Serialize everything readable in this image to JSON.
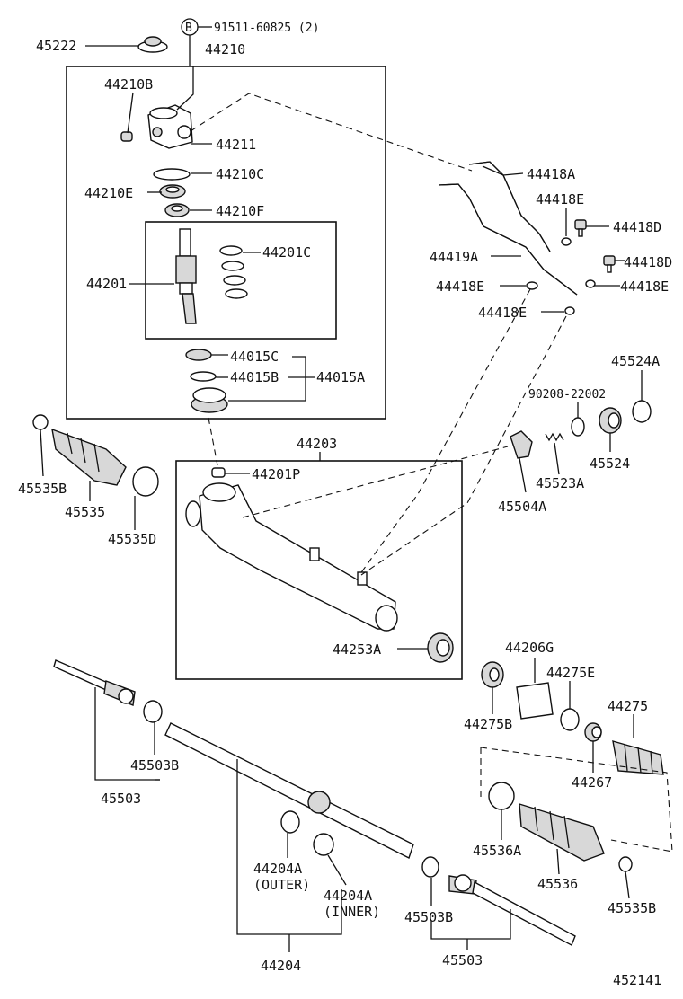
{
  "labels": {
    "p45222": "45222",
    "pB_code": "91511-60825 (2)",
    "pB_marker": "B",
    "p44210": "44210",
    "p44210B": "44210B",
    "p44211": "44211",
    "p44210C": "44210C",
    "p44210E": "44210E",
    "p44210F": "44210F",
    "p44201": "44201",
    "p44201C": "44201C",
    "p44015C": "44015C",
    "p44015B": "44015B",
    "p44015A": "44015A",
    "p44418A": "44418A",
    "p44418E_a": "44418E",
    "p44418D_a": "44418D",
    "p44419A": "44419A",
    "p44418D_b": "44418D",
    "p44418E_b": "44418E",
    "p44418E_c": "44418E",
    "p44418E_d": "44418E",
    "p45524A": "45524A",
    "p90208": "90208-22002",
    "p45524": "45524",
    "p45523A": "45523A",
    "p45504A": "45504A",
    "p45535B_l": "45535B",
    "p45535": "45535",
    "p45535D": "45535D",
    "p44203": "44203",
    "p44201P": "44201P",
    "p44253A": "44253A",
    "p44206G": "44206G",
    "p44275E": "44275E",
    "p44275B": "44275B",
    "p44275": "44275",
    "p44267": "44267",
    "p45503B_l": "45503B",
    "p45503_l": "45503",
    "p45536A": "45536A",
    "p45536": "45536",
    "p45535B_r": "45535B",
    "p44204A_outer": "44204A",
    "p44204A_outer_sub": "(OUTER)",
    "p44204A_inner": "44204A",
    "p44204A_inner_sub": "(INNER)",
    "p45503B_r": "45503B",
    "p45503_r": "45503",
    "p44204": "44204",
    "figure_no": "452141"
  }
}
